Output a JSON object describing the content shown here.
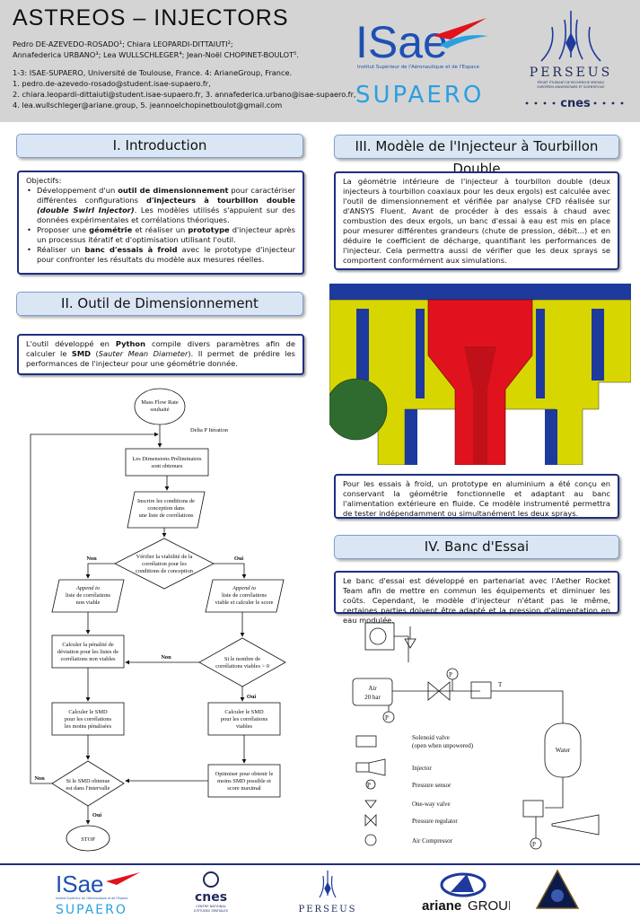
{
  "header": {
    "title": "ASTREOS – INJECTORS",
    "authors_line1": "Pedro DE-AZEVEDO-ROSADO¹; Chiara LEOPARDI-DITTAIUTI²;",
    "authors_line2": "Annafederica URBANO³; Lea WULLSCHLEGER⁴; Jean-Noël CHOPINET-BOULOT⁵.",
    "affiliation": "1-3: ISAE-SUPAERO, Université de Toulouse, France. 4: ArianeGroup, France.",
    "email1": "1. pedro.de-azevedo-rosado@student.isae-supaero.fr,",
    "email2": "2. chiara.leopardi-dittaiuti@student.isae-supaero.fr, 3. annafederica.urbano@isae-supaero.fr,",
    "email3": "4. lea.wullschleger@ariane.group, 5. jeannoelchopinetboulot@gmail.com"
  },
  "logos": {
    "isae_main": "ISae",
    "isae_sub": "Institut Supérieur de l'Aéronautique et de l'Espace",
    "supaero": "SUPAERO",
    "perseus": "PERSEUS",
    "perseus_sub1": "PROJET ÉTUDIANT DE RECHERCHE SPATIALE",
    "perseus_sub2": "EUROPÉEN UNIVERSITAIRE ET SCIENTIFIQUE",
    "cnes": "cnes",
    "cnes_sub1": "CENTRE NATIONAL",
    "cnes_sub2": "D'ÉTUDES SPATIALES",
    "ariane_a": "ariane",
    "ariane_b": "GROUP"
  },
  "sections": {
    "intro": {
      "title": "I. Introduction",
      "lead": "Objectifs:",
      "b1a": "Développement d'un ",
      "b1b": "outil de dimensionnement",
      "b1c": " pour caractériser différentes configurations ",
      "b1d": "d'injecteurs à tourbillon double",
      "b1e": " ",
      "b1f": "(double Swirl Injector)",
      "b1g": ". Les modèles utilisés s'appuient sur des données expérimentales et corrélations théoriques.",
      "b2a": "Proposer une ",
      "b2b": "géométrie",
      "b2c": " et réaliser un ",
      "b2d": "prototype",
      "b2e": " d'injecteur après un processus itératif et d'optimisation utilisant l'outil.",
      "b3a": "Réaliser un ",
      "b3b": "banc d'essais à froid",
      "b3c": " avec le prototype d'injecteur pour confronter les résultats du modèle aux mesures réelles."
    },
    "outil": {
      "title": "II. Outil de Dimensionnement",
      "t1": "L'outil développé en ",
      "t2": "Python",
      "t3": " compile divers paramètres afin de calculer le ",
      "t4": "SMD",
      "t5": " (",
      "t6": "Sauter Mean Diameter",
      "t7": "). Il permet de prédire les performances de l'injecteur pour une géométrie donnée."
    },
    "modele": {
      "title": "III. Modèle de l'Injecteur à Tourbillon Double",
      "text": "La géométrie intérieure de l'injecteur à tourbillon double (deux injecteurs à tourbillon coaxiaux pour les deux ergols) est calculée avec l'outil de dimensionnement et vérifiée par analyse CFD réalisée sur d'ANSYS Fluent. Avant de procéder à des essais à chaud avec combustion des deux ergols, un banc d'essai à eau est mis en place pour mesurer différentes grandeurs (chute de pression, débit...) et en déduire le coefficient de décharge, quantifiant les performances de l'injecteur. Cela permettra aussi de vérifier que les deux sprays se comportent conformément aux simulations.",
      "text2": "Pour les essais à froid, un prototype en aluminium a été conçu en conservant la géométrie fonctionnelle et adaptant au banc l'alimentation extérieure en fluide. Ce modèle instrumenté permettra de tester indépendamment ou simultanément les deux sprays."
    },
    "banc": {
      "title": "IV. Banc d'Essai",
      "text": "Le banc d'essai est développé en partenariat avec l'Aether Rocket Team afin de mettre en commun les équipements et diminuer les coûts. Cependant, le modèle d'injecteur n'étant pas le même, certaines parties doivent être adapté et la pression d'alimentation en eau modulée."
    }
  },
  "flowchart": {
    "start": [
      "Mass Flow Rate",
      "souhaité"
    ],
    "delta": "Delta P Itération",
    "dims": [
      "Les Dimensions Préliminaires",
      "sont obtenues"
    ],
    "inscrire": [
      "Inscrire les conditions de",
      "conception dans",
      "une liste de corrélations"
    ],
    "verifier": [
      "Vérifier la viabilité de la",
      "corrélation pour les",
      "conditions de conception"
    ],
    "non": "Non",
    "oui": "Oui",
    "append_l": [
      "Append to",
      "liste de corrélations",
      "non viable"
    ],
    "append_r": [
      "Append to",
      "liste de corrélations",
      "viable et calculer le score"
    ],
    "penalite": [
      "Calculer la pénalité de",
      "déviation pour les listes de",
      "corrélations non viables"
    ],
    "nombre": [
      "Si le nombre de",
      "corrélations viables > 0"
    ],
    "smd_l": [
      "Calculer le SMD",
      "pour les corrélations",
      "les moins pénalisées"
    ],
    "smd_r": [
      "Calculer le SMD",
      "pour les corrélations",
      "viables"
    ],
    "intervalle": [
      "Si le SMD obtenue",
      "est dans l'intervalle"
    ],
    "optimiser": [
      "Optimiser pour obtenir le",
      "moins SMD possible et",
      "score maximal"
    ],
    "stop": "STOP"
  },
  "bench": {
    "air": [
      "Air",
      "20 bar"
    ],
    "water": "Water",
    "t_label": "T",
    "p_label": "P",
    "legend": {
      "solenoid": [
        "Solenoid valve",
        "(open when unpowered)"
      ],
      "injector": "Injector",
      "pressure_sensor": "Pressure sensor",
      "oneway": "One-way valve",
      "regulator": "Pressure regulator",
      "compressor": "Air Compressor"
    }
  },
  "colors": {
    "header_bg": "#d4d4d4",
    "section_bg": "#dbe6f4",
    "box_border": "#1f2f80",
    "cad_blue": "#1e3a9c",
    "cad_yellow": "#d8d600",
    "cad_red": "#e0121e",
    "cad_green": "#2f6b2f"
  }
}
